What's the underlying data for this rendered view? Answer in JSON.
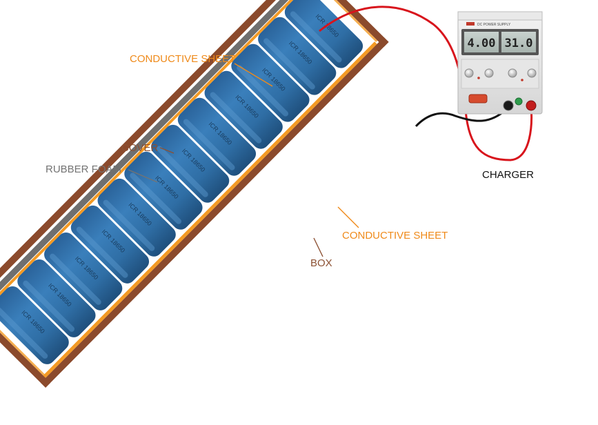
{
  "labels": {
    "conductive_sheet_top": "CONDUCTIVE SHEET",
    "cover": "COVER",
    "rubber_foam": "RUBBER FOAM",
    "conductive_sheet_bottom": "CONDUCTIVE SHEET",
    "box": "BOX",
    "charger": "CHARGER"
  },
  "power_supply": {
    "brand_text": "DC POWER SUPPLY",
    "display_left": "4.00",
    "display_right": "31.0"
  },
  "cells": {
    "count": 12,
    "print_text": "ICR 18650"
  },
  "colors": {
    "wood": "#8b4a2c",
    "foam": "#6f6f6f",
    "conductive": "#f39a24",
    "cell": "#2f6ea5",
    "wire_red": "#d8141c",
    "wire_black": "#111111",
    "label_orange": "#ef8a1a",
    "label_brown": "#8c5133",
    "label_gray": "#737373"
  }
}
